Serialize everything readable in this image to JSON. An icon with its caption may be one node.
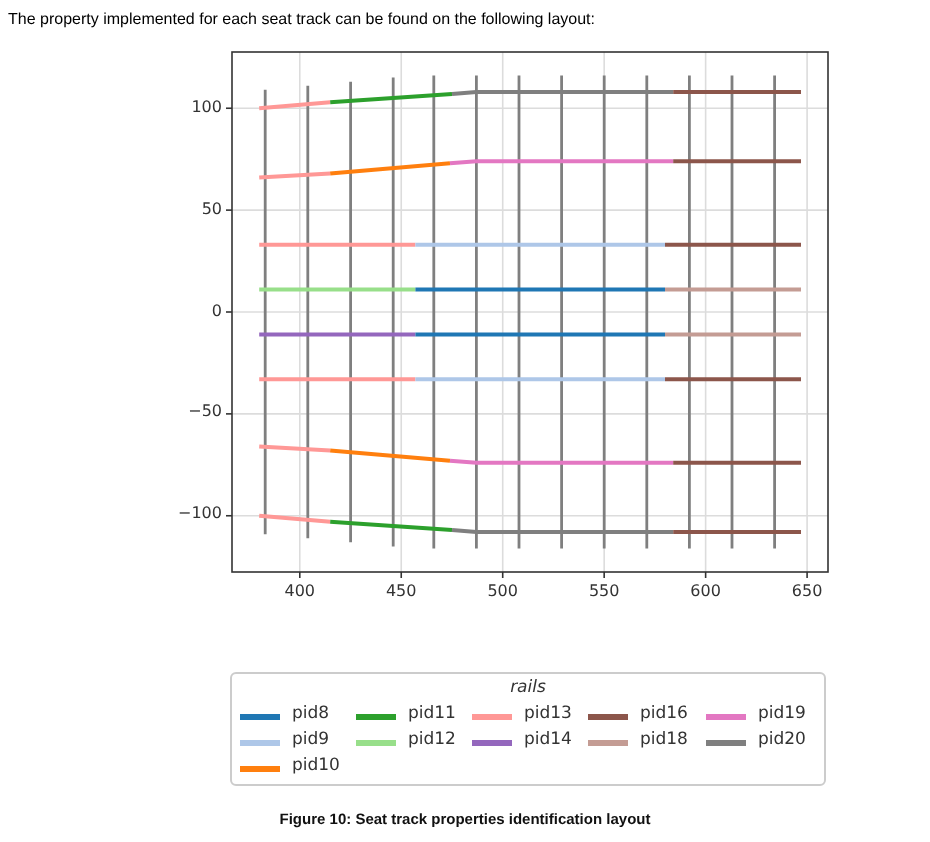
{
  "diagram": {
    "title": "The property implemented for each seat track can be found on the following layout:",
    "caption": "Figure 10: Seat track properties identification layout",
    "labels": [
      "rails"
    ],
    "legend": [
      {
        "text": "pid8",
        "color": "#1f77b4"
      },
      {
        "text": "pid9",
        "color": "#aec7e8"
      },
      {
        "text": "pid10",
        "color": "#ff7f0e"
      },
      {
        "text": "pid11",
        "color": "#2ca02c"
      },
      {
        "text": "pid12",
        "color": "#98df8a"
      },
      {
        "text": "pid13",
        "color": "#ff9896"
      },
      {
        "text": "pid14",
        "color": "#9467bd"
      },
      {
        "text": "pid16",
        "color": "#8c564b"
      },
      {
        "text": "pid18",
        "color": "#c49c94"
      },
      {
        "text": "pid19",
        "color": "#e377c2"
      },
      {
        "text": "pid20",
        "color": "#7f7f7f"
      }
    ],
    "chart_data": {
      "type": "line",
      "grid": true,
      "xlim": [
        366.6,
        660.3
      ],
      "ylim": [
        -127.6,
        127.6
      ],
      "xticks": [
        400,
        450,
        500,
        550,
        600,
        650
      ],
      "yticks": [
        {
          "value": -100,
          "label": "−100"
        },
        {
          "value": -50,
          "label": "−50"
        },
        0,
        50,
        100
      ],
      "series": [
        {
          "color": "#7f7f7f",
          "x": [
            383,
            383
          ],
          "values": [
            -109,
            109
          ]
        },
        {
          "color": "#7f7f7f",
          "x": [
            404,
            404
          ],
          "values": [
            -111,
            111
          ]
        },
        {
          "color": "#7f7f7f",
          "x": [
            425,
            425
          ],
          "values": [
            -113,
            113
          ]
        },
        {
          "color": "#7f7f7f",
          "x": [
            446,
            446
          ],
          "values": [
            -115,
            115
          ]
        },
        {
          "color": "#7f7f7f",
          "x": [
            466,
            466
          ],
          "values": [
            -116,
            116
          ]
        },
        {
          "color": "#7f7f7f",
          "x": [
            487,
            487
          ],
          "values": [
            -116,
            116
          ]
        },
        {
          "color": "#7f7f7f",
          "x": [
            508,
            508
          ],
          "values": [
            -116,
            116
          ]
        },
        {
          "color": "#7f7f7f",
          "x": [
            529,
            529
          ],
          "values": [
            -116,
            116
          ]
        },
        {
          "color": "#7f7f7f",
          "x": [
            550,
            550
          ],
          "values": [
            -116,
            116
          ]
        },
        {
          "color": "#7f7f7f",
          "x": [
            571,
            571
          ],
          "values": [
            -116,
            116
          ]
        },
        {
          "color": "#7f7f7f",
          "x": [
            592,
            592
          ],
          "values": [
            -116,
            116
          ]
        },
        {
          "color": "#7f7f7f",
          "x": [
            613,
            613
          ],
          "values": [
            -116,
            116
          ]
        },
        {
          "color": "#7f7f7f",
          "x": [
            634,
            634
          ],
          "values": [
            -116,
            116
          ]
        },
        {
          "color": "#ff9896",
          "x": [
            380,
            415
          ],
          "values": [
            100,
            103
          ]
        },
        {
          "color": "#2ca02c",
          "x": [
            415,
            475
          ],
          "values": [
            103,
            107
          ]
        },
        {
          "color": "#7f7f7f",
          "x": [
            475,
            487,
            584
          ],
          "values": [
            107,
            108,
            108
          ]
        },
        {
          "color": "#8c564b",
          "x": [
            584,
            647
          ],
          "values": [
            108,
            108
          ]
        },
        {
          "color": "#ff9896",
          "x": [
            380,
            415
          ],
          "values": [
            66,
            68
          ]
        },
        {
          "color": "#ff7f0e",
          "x": [
            415,
            474
          ],
          "values": [
            68,
            73
          ]
        },
        {
          "color": "#e377c2",
          "x": [
            474,
            487,
            584
          ],
          "values": [
            73,
            74,
            74
          ]
        },
        {
          "color": "#8c564b",
          "x": [
            584,
            647
          ],
          "values": [
            74,
            74
          ]
        },
        {
          "color": "#ff9896",
          "x": [
            380,
            457
          ],
          "values": [
            33,
            33
          ]
        },
        {
          "color": "#aec7e8",
          "x": [
            457,
            580
          ],
          "values": [
            33,
            33
          ]
        },
        {
          "color": "#8c564b",
          "x": [
            580,
            647
          ],
          "values": [
            33,
            33
          ]
        },
        {
          "color": "#98df8a",
          "x": [
            380,
            457
          ],
          "values": [
            11,
            11
          ]
        },
        {
          "color": "#1f77b4",
          "x": [
            457,
            580
          ],
          "values": [
            11,
            11
          ]
        },
        {
          "color": "#c49c94",
          "x": [
            580,
            647
          ],
          "values": [
            11,
            11
          ]
        },
        {
          "color": "#9467bd",
          "x": [
            380,
            457
          ],
          "values": [
            -11,
            -11
          ]
        },
        {
          "color": "#1f77b4",
          "x": [
            457,
            580
          ],
          "values": [
            -11,
            -11
          ]
        },
        {
          "color": "#c49c94",
          "x": [
            580,
            647
          ],
          "values": [
            -11,
            -11
          ]
        },
        {
          "color": "#ff9896",
          "x": [
            380,
            457
          ],
          "values": [
            -33,
            -33
          ]
        },
        {
          "color": "#aec7e8",
          "x": [
            457,
            580
          ],
          "values": [
            -33,
            -33
          ]
        },
        {
          "color": "#8c564b",
          "x": [
            580,
            647
          ],
          "values": [
            -33,
            -33
          ]
        },
        {
          "color": "#ff9896",
          "x": [
            380,
            415
          ],
          "values": [
            -66,
            -68
          ]
        },
        {
          "color": "#ff7f0e",
          "x": [
            415,
            474
          ],
          "values": [
            -68,
            -73
          ]
        },
        {
          "color": "#e377c2",
          "x": [
            474,
            487,
            584
          ],
          "values": [
            -73,
            -74,
            -74
          ]
        },
        {
          "color": "#8c564b",
          "x": [
            584,
            647
          ],
          "values": [
            -74,
            -74
          ]
        },
        {
          "color": "#ff9896",
          "x": [
            380,
            415
          ],
          "values": [
            -100,
            -103
          ]
        },
        {
          "color": "#2ca02c",
          "x": [
            415,
            475
          ],
          "values": [
            -103,
            -107
          ]
        },
        {
          "color": "#7f7f7f",
          "x": [
            475,
            487,
            584
          ],
          "values": [
            -107,
            -108,
            -108
          ]
        },
        {
          "color": "#8c564b",
          "x": [
            584,
            647
          ],
          "values": [
            -108,
            -108
          ]
        }
      ]
    }
  }
}
